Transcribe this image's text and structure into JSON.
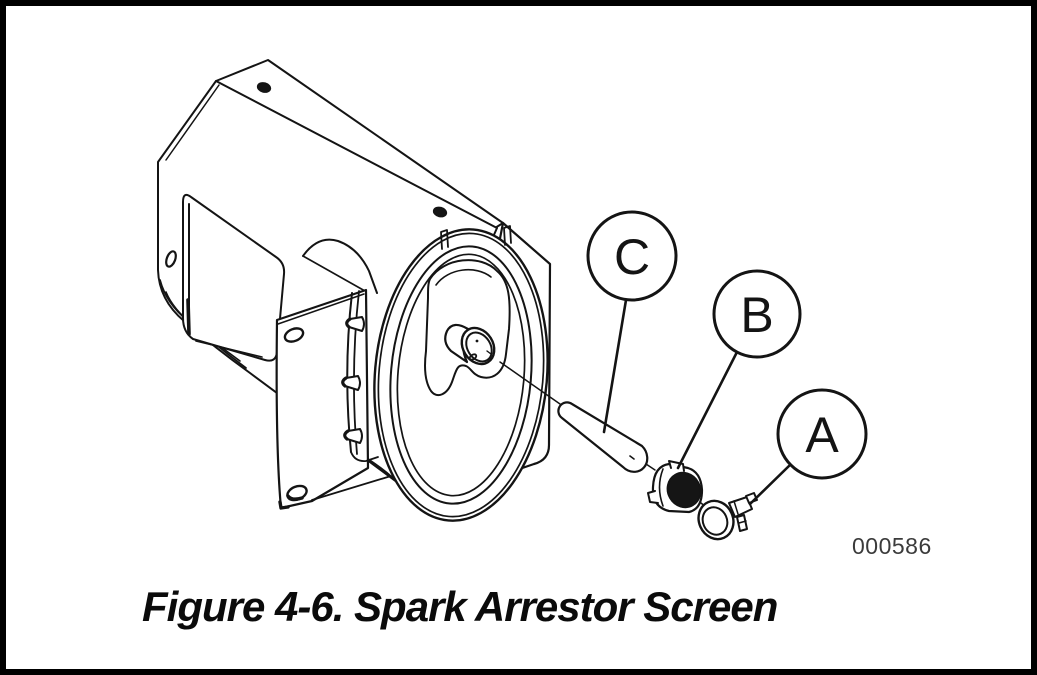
{
  "figure": {
    "image_number": "000586",
    "caption": "Figure 4-6. Spark Arrestor Screen",
    "callouts": [
      {
        "letter": "C"
      },
      {
        "letter": "B"
      },
      {
        "letter": "A"
      }
    ]
  },
  "colors": {
    "line": "#141414",
    "fill": "#ffffff",
    "solid_part_face": "#151515",
    "image_number_text": "#3b3b3b",
    "caption_text": "#0b0b0b",
    "background": "#ffffff",
    "border": "#000000"
  }
}
